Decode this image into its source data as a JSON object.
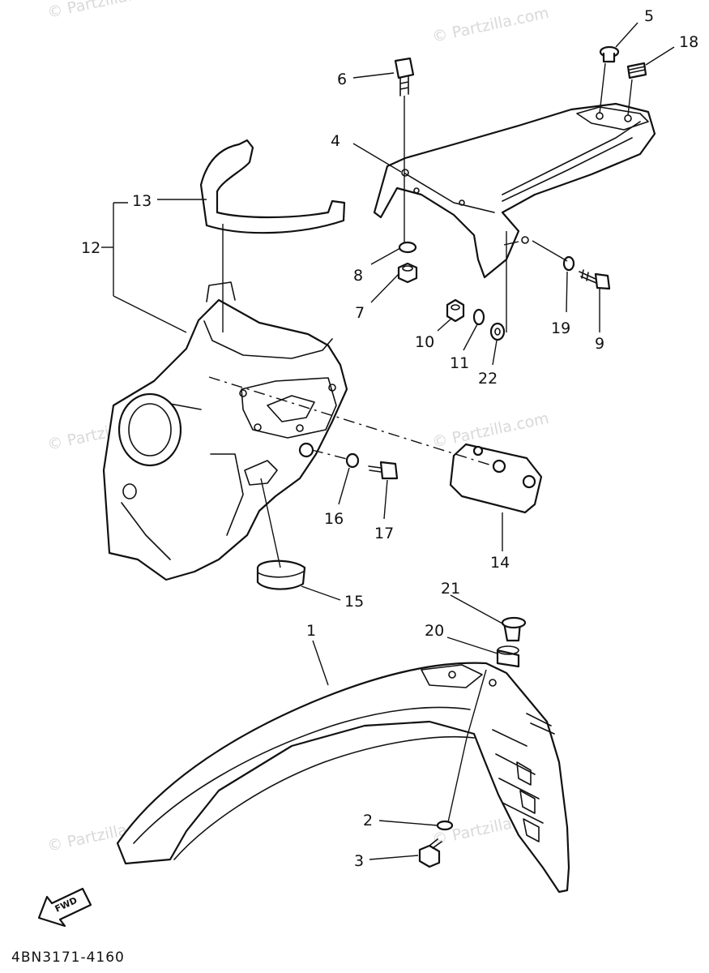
{
  "diagram": {
    "diagram_code": "4BN3171-4160",
    "direction_label": "FWD",
    "watermark_text": "© Partzilla.com",
    "callouts": [
      {
        "id": "p1",
        "label": "1"
      },
      {
        "id": "p2",
        "label": "2"
      },
      {
        "id": "p3",
        "label": "3"
      },
      {
        "id": "p4",
        "label": "4"
      },
      {
        "id": "p5",
        "label": "5"
      },
      {
        "id": "p6",
        "label": "6"
      },
      {
        "id": "p7",
        "label": "7"
      },
      {
        "id": "p8",
        "label": "8"
      },
      {
        "id": "p9",
        "label": "9"
      },
      {
        "id": "p10",
        "label": "10"
      },
      {
        "id": "p11",
        "label": "11"
      },
      {
        "id": "p12",
        "label": "12"
      },
      {
        "id": "p13",
        "label": "13"
      },
      {
        "id": "p14",
        "label": "14"
      },
      {
        "id": "p15",
        "label": "15"
      },
      {
        "id": "p16",
        "label": "16"
      },
      {
        "id": "p17",
        "label": "17"
      },
      {
        "id": "p18",
        "label": "18"
      },
      {
        "id": "p19",
        "label": "19"
      },
      {
        "id": "p20",
        "label": "20"
      },
      {
        "id": "p21",
        "label": "21"
      },
      {
        "id": "p22",
        "label": "22"
      }
    ]
  }
}
